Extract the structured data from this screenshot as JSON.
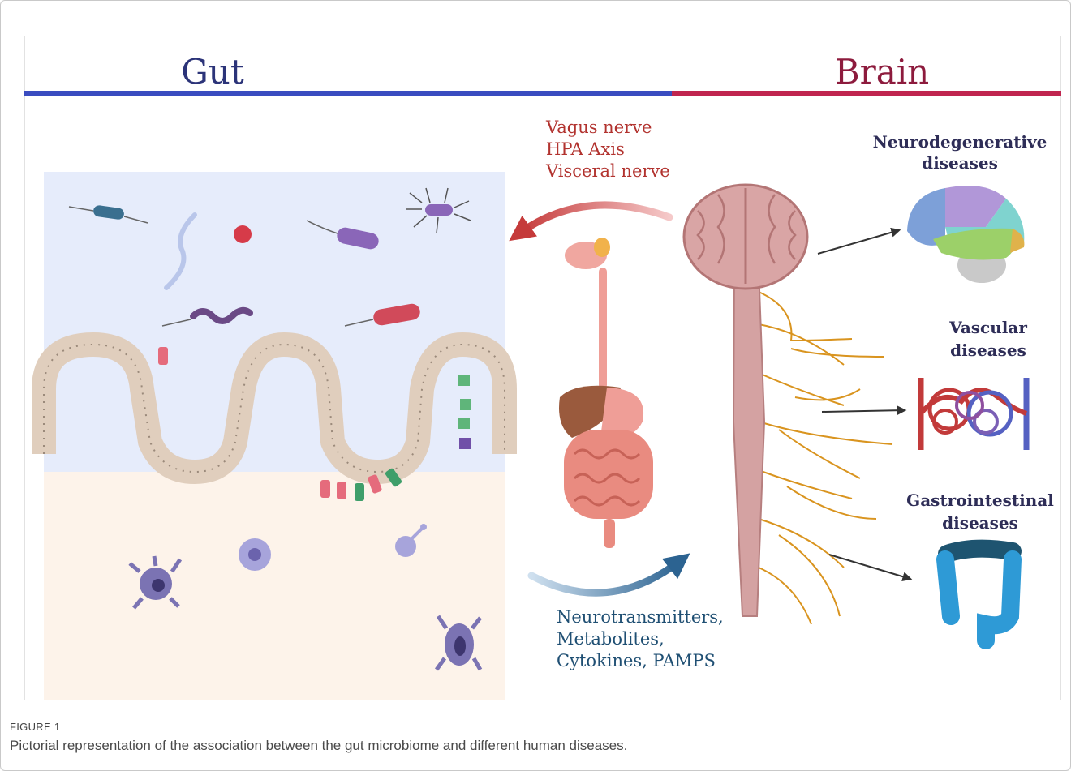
{
  "headings": {
    "left": "Gut",
    "right": "Brain"
  },
  "pathways": {
    "top": [
      "Vagus nerve",
      "HPA Axis",
      "Visceral nerve"
    ],
    "bottom": [
      "Neurotransmitters,",
      "Metabolites,",
      "Cytokines, PAMPS"
    ]
  },
  "diseases": [
    {
      "lines": [
        "Neurodegenerative",
        "diseases"
      ],
      "icon": "colored-brain-icon"
    },
    {
      "lines": [
        "Vascular",
        "diseases"
      ],
      "icon": "blood-vessel-network-icon"
    },
    {
      "lines": [
        "Gastrointestinal",
        "diseases"
      ],
      "icon": "colon-icon"
    }
  ],
  "caption": {
    "label": "FIGURE 1",
    "text": "Pictorial representation of the association between the gut microbiome and different human diseases."
  },
  "colors": {
    "gut_bar": "#3a4cc0",
    "brain_bar": "#c0254f",
    "lumen": "#e6ecfb",
    "tissue": "#fdf3ea",
    "epithelium": "#e0cebd",
    "nerve": "#d9941f",
    "top_arrow": "#c53a3a",
    "bottom_arrow": "#2c6391"
  }
}
